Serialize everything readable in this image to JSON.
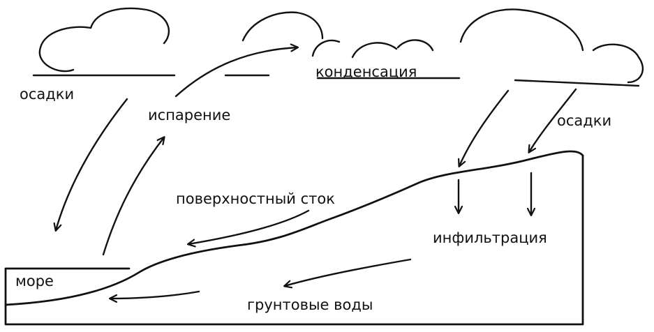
{
  "labels": {
    "precipitation_left": "осадки",
    "evaporation": "испарение",
    "condensation": "конденсация",
    "precipitation_right": "осадки",
    "surface_runoff": "поверхностный сток",
    "infiltration": "инфильтрация",
    "sea": "море",
    "groundwater": "грунтовые воды"
  },
  "colors": {
    "ink": "#111111",
    "background": "#ffffff"
  }
}
